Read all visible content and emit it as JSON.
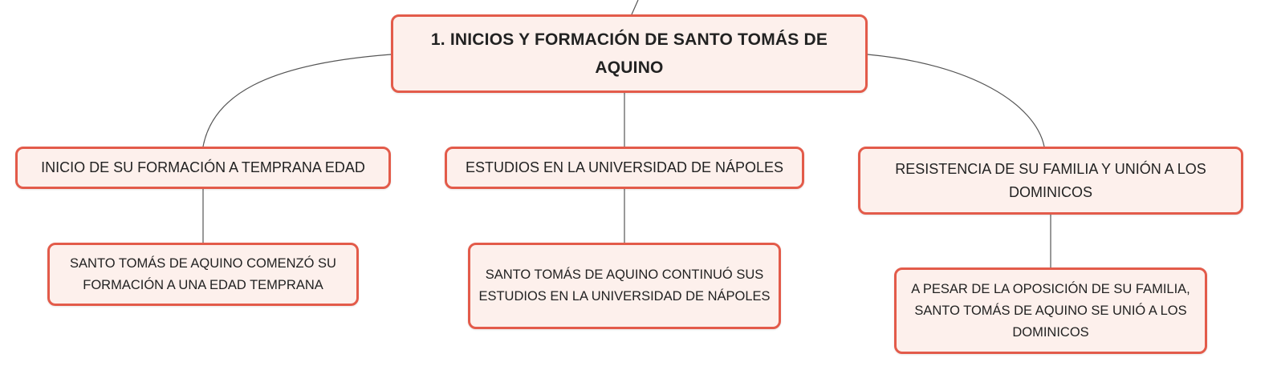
{
  "mindmap": {
    "root": {
      "label": "1. INICIOS Y FORMACIÓN DE SANTO TOMÁS DE AQUINO"
    },
    "branches": [
      {
        "label": "INICIO DE SU FORMACIÓN A TEMPRANA EDAD",
        "child": {
          "label": "SANTO TOMÁS DE AQUINO COMENZÓ SU FORMACIÓN A UNA EDAD TEMPRANA"
        }
      },
      {
        "label": "ESTUDIOS EN LA UNIVERSIDAD DE NÁPOLES",
        "child": {
          "label": "SANTO TOMÁS DE AQUINO CONTINUÓ SUS ESTUDIOS EN LA UNIVERSIDAD DE NÁPOLES"
        }
      },
      {
        "label": "RESISTENCIA DE SU FAMILIA Y UNIÓN A LOS DOMINICOS",
        "child": {
          "label": "A PESAR DE LA OPOSICIÓN DE SU FAMILIA, SANTO TOMÁS DE AQUINO SE UNIÓ A LOS DOMINICOS"
        }
      }
    ]
  },
  "colors": {
    "node_border": "#e35b4a",
    "node_fill": "#fdf0ec",
    "connector": "#555555",
    "text": "#222222"
  }
}
